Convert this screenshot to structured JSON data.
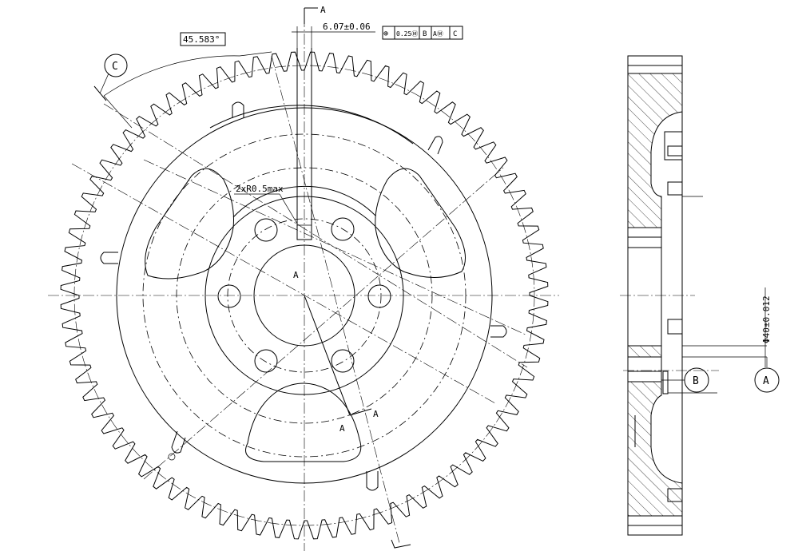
{
  "annotations": {
    "angle": "45.583°",
    "datum_c": "C",
    "datum_a": "A",
    "datum_b": "B",
    "key_width": "6.07±0.06",
    "radius_note": "2xR0.5max",
    "diameter": "Φ40±0.012",
    "section_label": "A",
    "section_label_a1": "A",
    "section_label_a2": "A",
    "section_label_a3": "A"
  },
  "feature_control_frame": [
    "⊕",
    "0.25Ⓜ",
    "B",
    "AⓂ",
    "C"
  ]
}
